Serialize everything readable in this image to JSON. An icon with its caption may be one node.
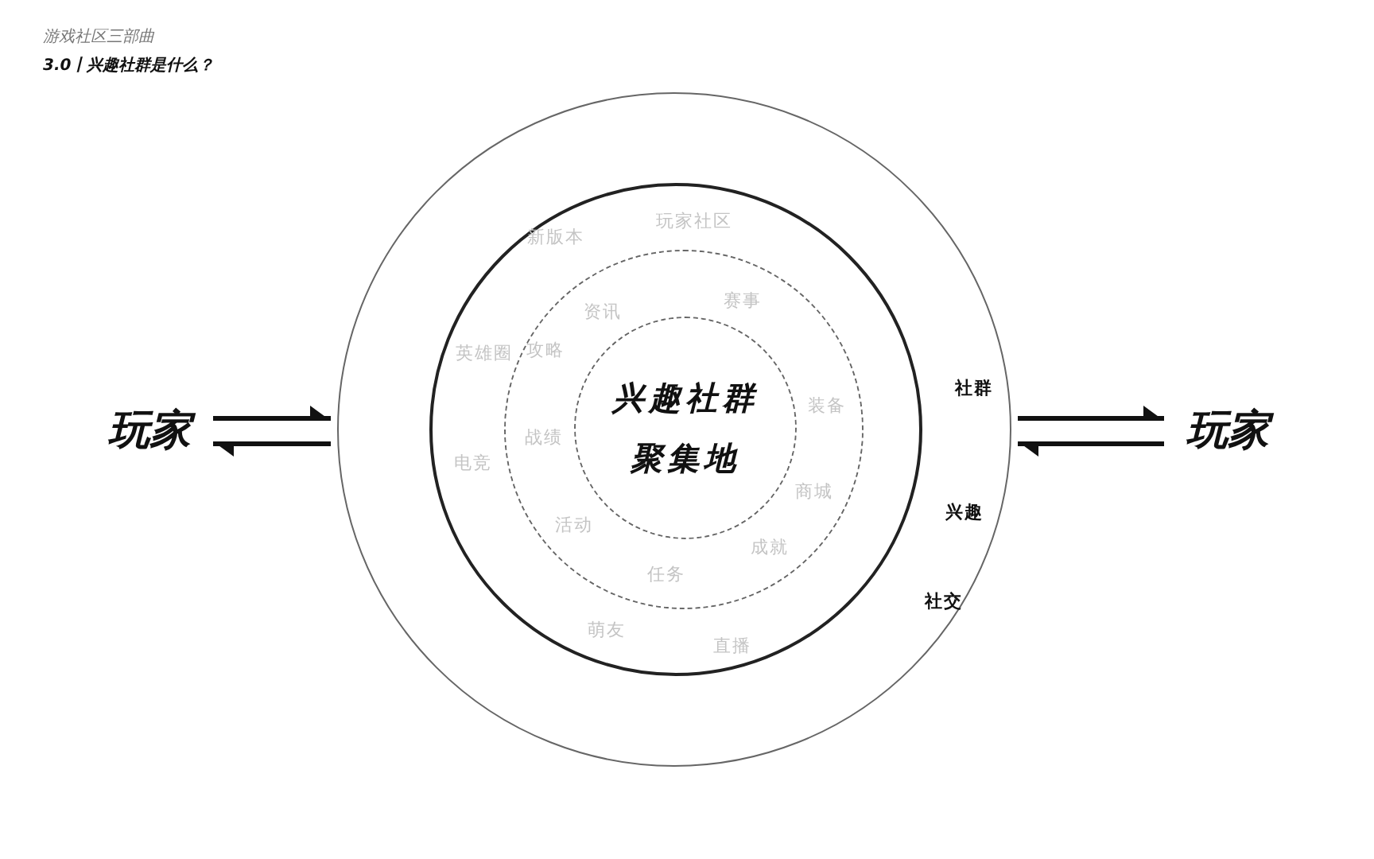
{
  "diagram": {
    "title": "3.0丨兴趣社群是什么？",
    "nodes": [
      {
        "text": [
          "玩家"
        ]
      },
      {
        "text": [
          "社群",
          "兴趣",
          "社交"
        ]
      },
      {
        "text": [
          "玩家社区",
          "新版本",
          "英雄圈",
          "电竞",
          "萌友",
          "直播"
        ],
        "in": 1
      },
      {
        "text": [
          "资讯",
          "赛事",
          "攻略",
          "装备",
          "战绩",
          "商城",
          "活动",
          "成就",
          "任务"
        ],
        "in": 2
      },
      {
        "text": [
          "兴趣社群聚集地"
        ],
        "in": 3
      },
      {
        "text": [
          "玩家"
        ]
      }
    ],
    "edges": [
      {
        "from": 0,
        "to": 1,
        "arrow": "to"
      },
      {
        "from": 1,
        "to": 0,
        "arrow": "to"
      },
      {
        "from": 1,
        "to": 5,
        "arrow": "to"
      },
      {
        "from": 5,
        "to": 1,
        "arrow": "to"
      }
    ],
    "labels": [
      "游戏社区三部曲"
    ]
  }
}
